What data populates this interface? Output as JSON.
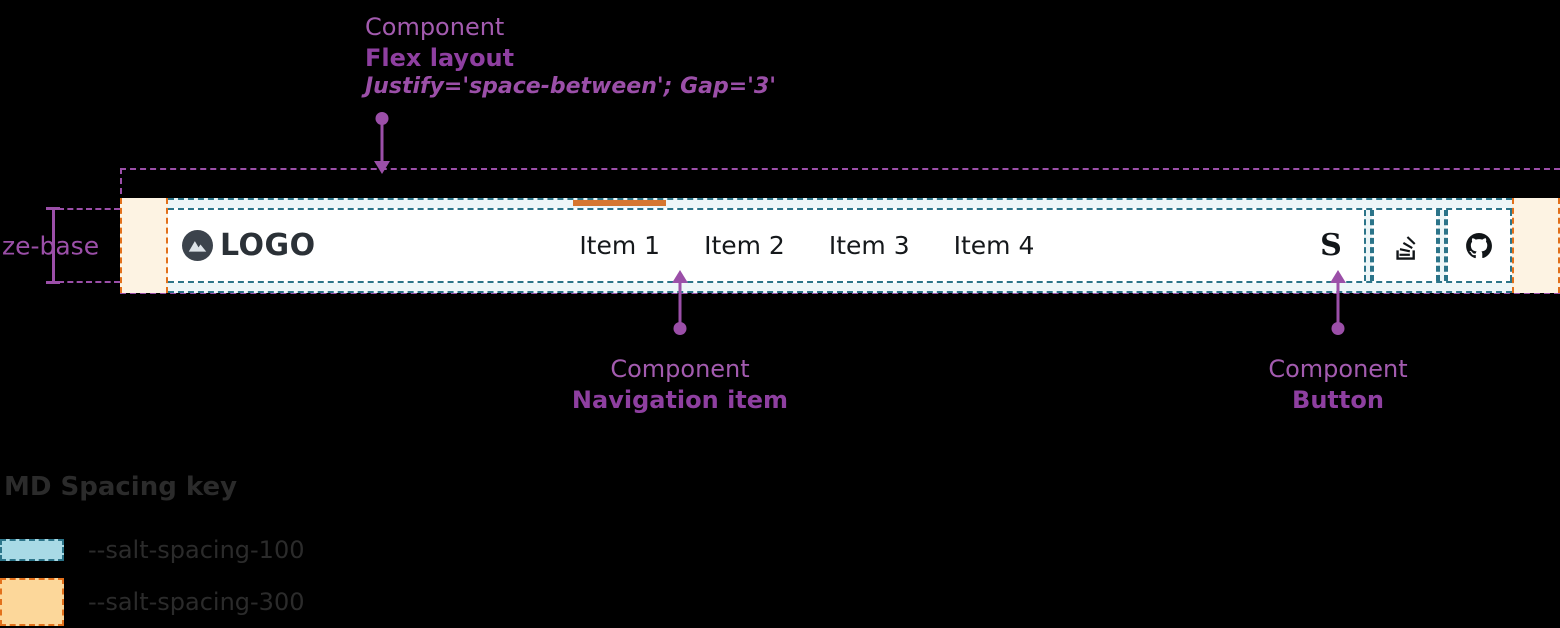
{
  "annotations": {
    "flex_layout": {
      "kind": "Component",
      "name": "Flex layout",
      "props": "Justify='space-between'; Gap='3'"
    },
    "navigation_item": {
      "kind": "Component",
      "name": "Navigation item"
    },
    "button": {
      "kind": "Component",
      "name": "Button"
    },
    "size_base": {
      "label": "size-base"
    }
  },
  "navbar": {
    "logo": {
      "icon": "mountain-logo-icon",
      "text": "LOGO"
    },
    "items": [
      {
        "label": "Item 1",
        "active": true
      },
      {
        "label": "Item 2",
        "active": false
      },
      {
        "label": "Item 3",
        "active": false
      },
      {
        "label": "Item 4",
        "active": false
      }
    ],
    "actions": [
      {
        "icon": "salt-s-icon",
        "glyph": "S"
      },
      {
        "icon": "stack-overflow-icon",
        "glyph": ""
      },
      {
        "icon": "github-icon",
        "glyph": ""
      }
    ]
  },
  "spacing_key": {
    "title": "MD Spacing key",
    "rows": [
      {
        "swatch": "spacing-100-swatch",
        "label": "--salt-spacing-100"
      },
      {
        "swatch": "spacing-300-swatch",
        "label": "--salt-spacing-300"
      }
    ]
  },
  "colors": {
    "annotation_purple": "#9B4FA8",
    "spacing_100_fill": "#A8DAE6",
    "spacing_100_border": "#2B7489",
    "spacing_300_fill": "#FCD79A",
    "spacing_300_border": "#E2701B",
    "active_indicator": "#D6762E",
    "logo_dark": "#3C434C",
    "canvas": "#000000",
    "navbar_bg": "#FFFFFF"
  }
}
